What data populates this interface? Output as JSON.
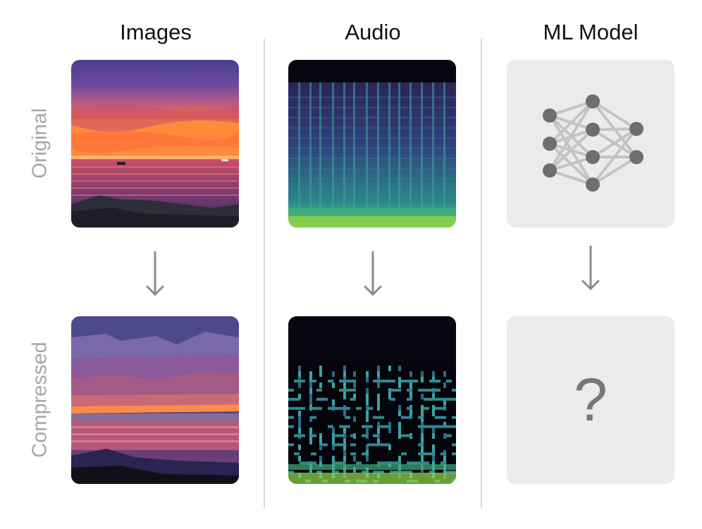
{
  "columns": {
    "images": "Images",
    "audio": "Audio",
    "ml_model": "ML Model"
  },
  "rows": {
    "original": "Original",
    "compressed": "Compressed"
  },
  "unknown_result": "?",
  "colors": {
    "title": "#111111",
    "row_label": "#a6a6a6",
    "divider": "#d9d9d9",
    "tile_gray": "#ebebeb",
    "node": "#6e6e6e",
    "edge": "#c4c4c4",
    "arrow": "#8c8c8c"
  },
  "icons": {
    "arrow": "down-arrow-icon",
    "network": "neural-network-icon"
  }
}
